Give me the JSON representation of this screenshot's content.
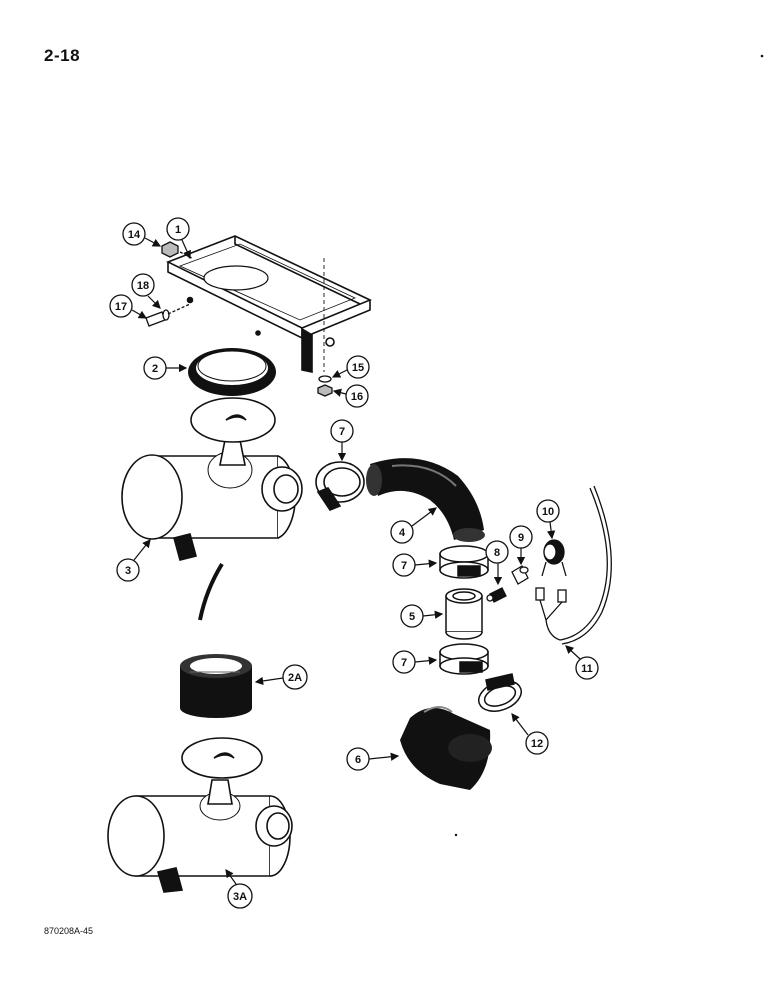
{
  "page": {
    "number": "2-18",
    "figure_code": "870208A-45"
  },
  "callouts": {
    "c1": "1",
    "c2": "2",
    "c2a": "2A",
    "c3": "3",
    "c3a": "3A",
    "c4": "4",
    "c5": "5",
    "c6": "6",
    "c7a": "7",
    "c7b": "7",
    "c7c": "7",
    "c8": "8",
    "c9": "9",
    "c10": "10",
    "c11": "11",
    "c12": "12",
    "c14": "14",
    "c15": "15",
    "c16": "16",
    "c17": "17",
    "c18": "18"
  }
}
